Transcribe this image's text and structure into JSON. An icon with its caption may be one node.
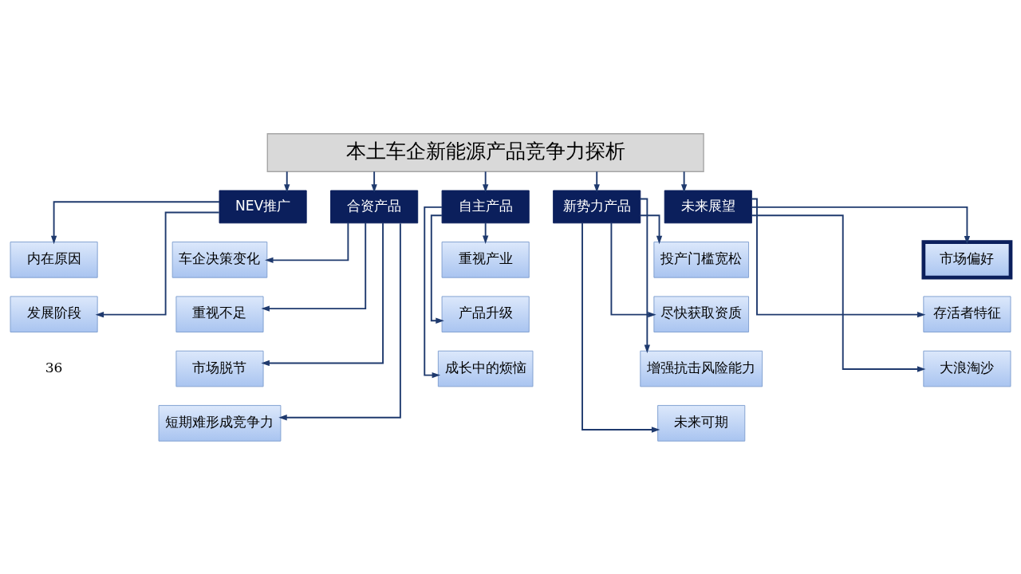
{
  "diagram": {
    "nodes": [
      {
        "text": [
          "本土车企新能源产品竞争力探析"
        ]
      },
      {
        "text": [
          "NEV推广"
        ]
      },
      {
        "text": [
          "内在原因"
        ]
      },
      {
        "text": [
          "发展阶段"
        ]
      },
      {
        "text": [
          "合资产品"
        ]
      },
      {
        "text": [
          "车企决策变化"
        ]
      },
      {
        "text": [
          "重视不足"
        ]
      },
      {
        "text": [
          "市场脱节"
        ]
      },
      {
        "text": [
          "短期难形成竞争力"
        ]
      },
      {
        "text": [
          "自主产品"
        ]
      },
      {
        "text": [
          "重视产业"
        ]
      },
      {
        "text": [
          "产品升级"
        ]
      },
      {
        "text": [
          "成长中的烦恼"
        ]
      },
      {
        "text": [
          "新势力产品"
        ]
      },
      {
        "text": [
          "投产门槛宽松"
        ]
      },
      {
        "text": [
          "尽快获取资质"
        ]
      },
      {
        "text": [
          "增强抗击风险能力"
        ]
      },
      {
        "text": [
          "未来可期"
        ]
      },
      {
        "text": [
          "未来展望"
        ]
      },
      {
        "text": [
          "市场偏好"
        ]
      },
      {
        "text": [
          "存活者特征"
        ]
      },
      {
        "text": [
          "大浪淘沙"
        ]
      }
    ],
    "edges": [
      {
        "from": 0,
        "to": 1,
        "arrow": "to"
      },
      {
        "from": 0,
        "to": 4,
        "arrow": "to"
      },
      {
        "from": 0,
        "to": 9,
        "arrow": "to"
      },
      {
        "from": 0,
        "to": 13,
        "arrow": "to"
      },
      {
        "from": 0,
        "to": 18,
        "arrow": "to"
      },
      {
        "from": 1,
        "to": 2,
        "arrow": "to"
      },
      {
        "from": 1,
        "to": 3,
        "arrow": "to"
      },
      {
        "from": 4,
        "to": 5,
        "arrow": "to"
      },
      {
        "from": 4,
        "to": 6,
        "arrow": "to"
      },
      {
        "from": 4,
        "to": 7,
        "arrow": "to"
      },
      {
        "from": 4,
        "to": 8,
        "arrow": "to"
      },
      {
        "from": 9,
        "to": 10,
        "arrow": "to"
      },
      {
        "from": 9,
        "to": 11,
        "arrow": "to"
      },
      {
        "from": 9,
        "to": 12,
        "arrow": "to"
      },
      {
        "from": 13,
        "to": 14,
        "arrow": "to"
      },
      {
        "from": 13,
        "to": 15,
        "arrow": "to"
      },
      {
        "from": 13,
        "to": 16,
        "arrow": "to"
      },
      {
        "from": 13,
        "to": 17,
        "arrow": "to"
      },
      {
        "from": 18,
        "to": 19,
        "arrow": "to"
      },
      {
        "from": 18,
        "to": 20,
        "arrow": "to"
      },
      {
        "from": 18,
        "to": 21,
        "arrow": "to"
      }
    ],
    "labels": [
      "36"
    ]
  }
}
